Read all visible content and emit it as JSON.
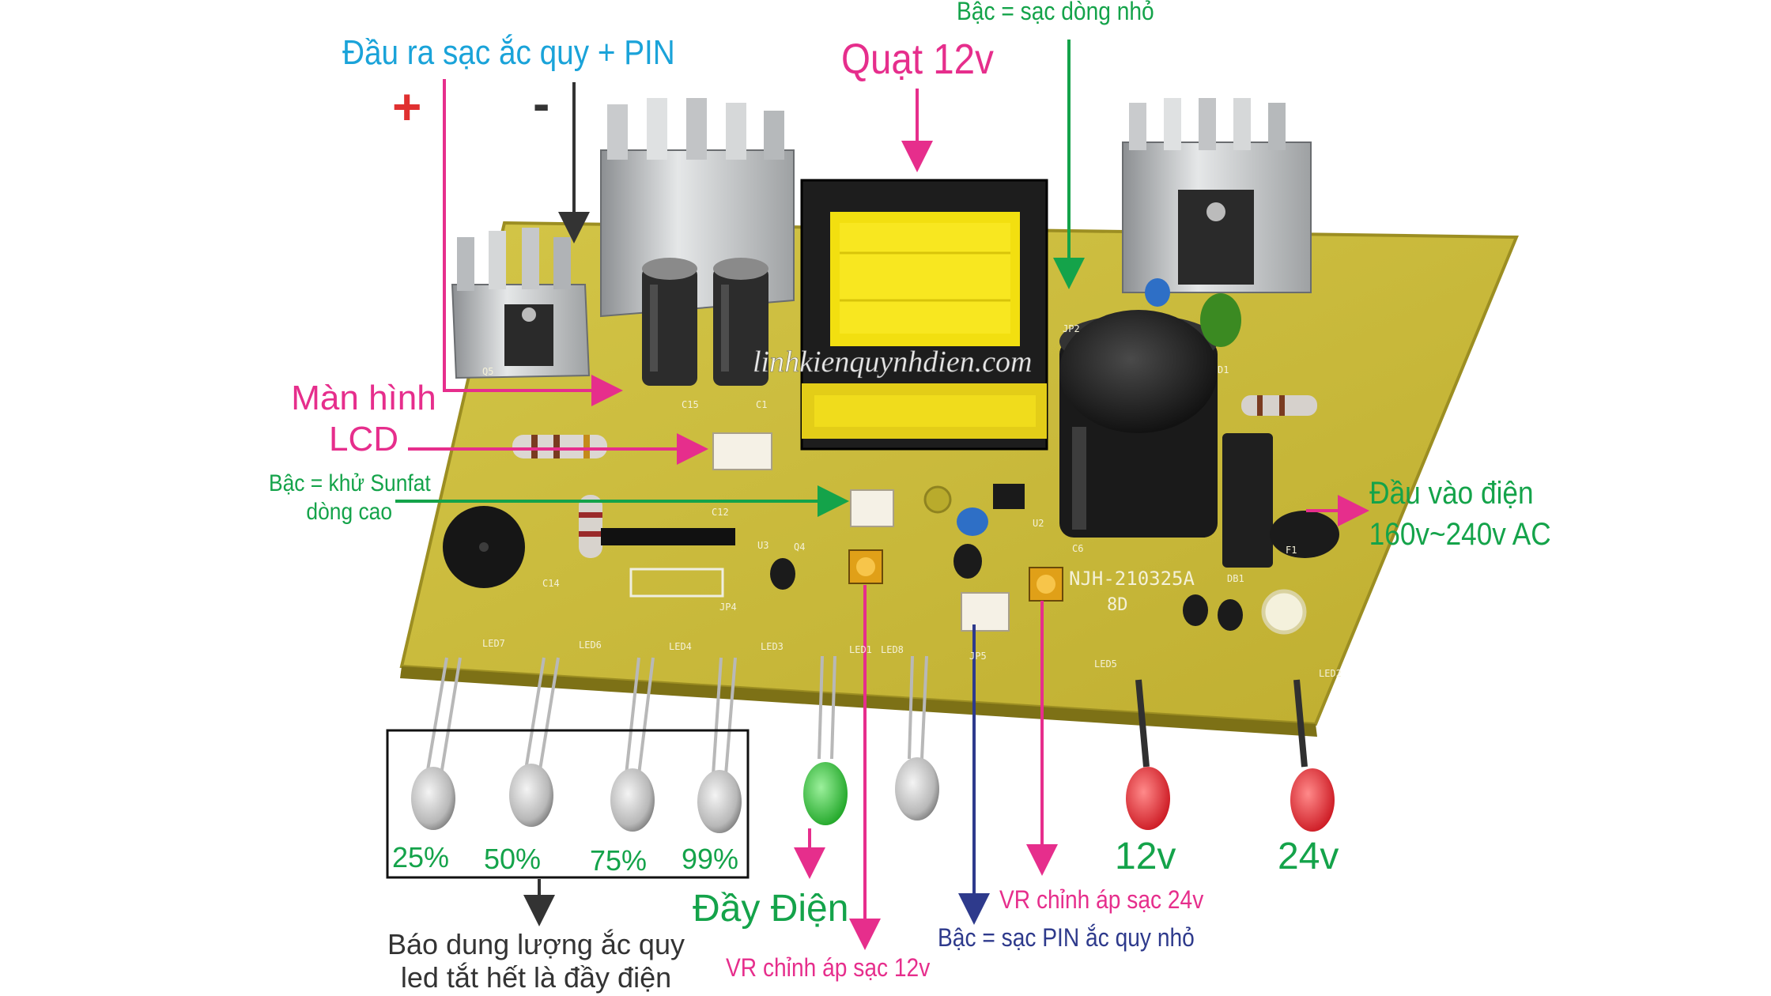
{
  "watermark": "linhkienquynhdien.com",
  "pcb": {
    "model_line1": "NJH-210325A",
    "model_line2": "8D",
    "silkscreen": [
      "LED7",
      "LED6",
      "LED4",
      "LED3",
      "LED1",
      "LED8",
      "LED5",
      "LED2",
      "JP4",
      "JP5",
      "C14",
      "C12",
      "C15",
      "U3",
      "U2",
      "DB1",
      "C6",
      "Q5",
      "Q4",
      "D1",
      "C1",
      "JP2",
      "F1"
    ]
  },
  "labels": {
    "output": "Đầu ra sạc ắc quy + PIN",
    "plus": "+",
    "minus": "-",
    "fan": "Quạt 12v",
    "low_current_top": "Bậc = sạc dòng nhỏ",
    "lcd_line1": "Màn hình",
    "lcd_line2": "LCD",
    "sulfate_line1": "Bậc = khử Sunfat",
    "sulfate_line2": "dòng cao",
    "input_line1": "Đầu vào điện",
    "input_line2": "160v~240v AC",
    "pct_25": "25%",
    "pct_50": "50%",
    "pct_75": "75%",
    "pct_99": "99%",
    "capacity_line1": "Báo dung lượng ắc quy",
    "capacity_line2": "led tắt hết là đầy điện",
    "full": "Đầy Điện",
    "vr12": "VR chỉnh áp sạc 12v",
    "vr24": "VR chỉnh áp sạc 24v",
    "small_pin": "Bậc = sạc PIN ắc quy nhỏ",
    "v12": "12v",
    "v24": "24v"
  },
  "colors": {
    "pcb": "#c9bb3c",
    "pcb_dark": "#a89a24",
    "magenta": "#e62e8c",
    "cyan": "#1aa3d9",
    "green": "#14a34a",
    "red": "#e03030",
    "navy": "#2e3a8c",
    "dark": "#333333"
  }
}
